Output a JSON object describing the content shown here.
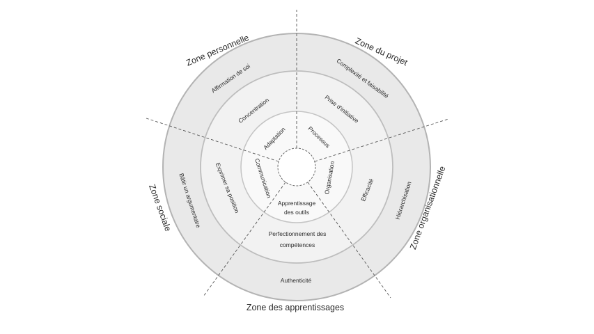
{
  "zones": [
    {
      "id": "personnelle",
      "label": "Zone personnelle"
    },
    {
      "id": "projet",
      "label": "Zone du projet"
    },
    {
      "id": "organisationnelle",
      "label": "Zone organisationnelle"
    },
    {
      "id": "apprentissages",
      "label": "Zone des apprentissages"
    },
    {
      "id": "sociale",
      "label": "Zone sociale"
    }
  ],
  "outer_ring": [
    {
      "id": "affirmation",
      "label": "Affirmation de soi"
    },
    {
      "id": "complexite",
      "label": "Complexité et faisabilité"
    },
    {
      "id": "hierarchisation",
      "label": "Hiérarchisation"
    },
    {
      "id": "authenticite",
      "label": "Authenticité"
    },
    {
      "id": "batir",
      "label": "Bâtir un argumentaire"
    }
  ],
  "middle_ring": [
    {
      "id": "concentration",
      "label": "Concentration"
    },
    {
      "id": "initiative",
      "label": "Prise d'initiative"
    },
    {
      "id": "efficacite",
      "label": "Efficacité"
    },
    {
      "id": "perfectionnement",
      "lines": [
        "Perfectionnement des",
        "compétences"
      ]
    },
    {
      "id": "exprimer",
      "label": "Exprimer sa position"
    }
  ],
  "inner_ring": [
    {
      "id": "adaptation",
      "label": "Adaptation"
    },
    {
      "id": "processus",
      "label": "Processus"
    },
    {
      "id": "organisation",
      "label": "Organisation"
    },
    {
      "id": "apprentissage",
      "lines": [
        "Apprentissage",
        "des outils"
      ]
    },
    {
      "id": "communication",
      "label": "Communication"
    }
  ]
}
